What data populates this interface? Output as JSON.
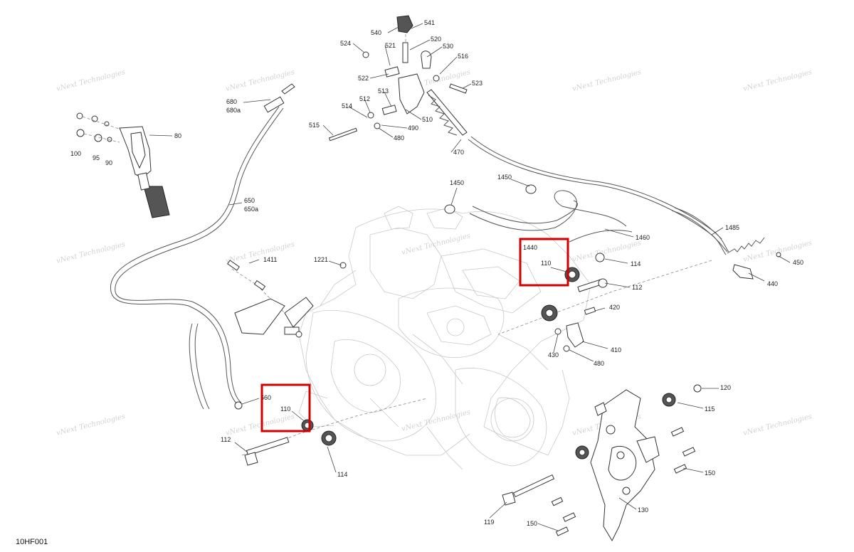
{
  "watermark": "vNext Technologies",
  "figure_code": "10HF001",
  "colors": {
    "highlight": "#d10000",
    "line": "#333333"
  },
  "callouts": {
    "c540": "540",
    "c541": "541",
    "c520": "520",
    "c524": "524",
    "c521": "521",
    "c530": "530",
    "c516": "516",
    "c522": "522",
    "c523": "523",
    "c513": "513",
    "c512": "512",
    "c514": "514",
    "c510": "510",
    "c490": "490",
    "c515": "515",
    "c480a": "480",
    "c470": "470",
    "c680": "680",
    "c680a": "680a",
    "c80": "80",
    "c100": "100",
    "c95": "95",
    "c90": "90",
    "c650": "650",
    "c650a": "650a",
    "c1450a": "1450",
    "c1450b": "1450",
    "c1460": "1460",
    "c1485": "1485",
    "c1440": "1440",
    "c110a": "110",
    "c114a": "114",
    "c450": "450",
    "c440": "440",
    "c112a": "112",
    "c420": "420",
    "c410": "410",
    "c430": "430",
    "c480b": "480",
    "c1221": "1221",
    "c1411": "1411",
    "c660": "660",
    "c110b": "110",
    "c112b": "112",
    "c114b": "114",
    "c120": "120",
    "c115": "115",
    "c150a": "150",
    "c130": "130",
    "c119": "119",
    "c150b": "150"
  }
}
